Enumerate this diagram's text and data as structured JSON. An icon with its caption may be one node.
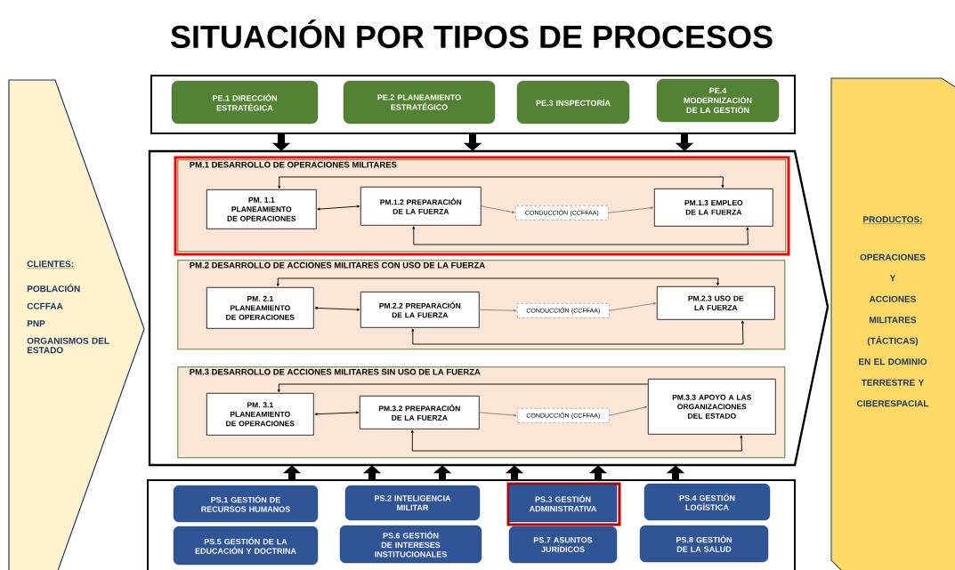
{
  "diagram": {
    "title": "SITUACIÓN POR TIPOS DE PROCESOS",
    "nodes": [
      {
        "text": [
          "CLIENTES:",
          "POBLACIÓN",
          "CCFFAA",
          "PNP",
          "ORGANISMOS DEL ESTADO"
        ]
      },
      {
        "text": [
          "PRODUCTOS:",
          "OPERACIONES",
          "Y",
          "ACCIONES",
          "MILITARES",
          "(TÁCTICAS)",
          "EN EL DOMINIO",
          "TERRESTRE Y",
          "CIBERESPACIAL"
        ]
      },
      {
        "text": [],
        "shape": "box"
      },
      {
        "text": [
          "PE.1 DIRECCIÓN ESTRATÉGICA"
        ],
        "in": 2
      },
      {
        "text": [
          "PE.2 PLANEAMIENTO ESTRATÉGICO"
        ],
        "in": 2
      },
      {
        "text": [
          "PE.3 INSPECTORÍA"
        ],
        "in": 2
      },
      {
        "text": [
          "PE.4 MODERNIZACIÓN DE LA GESTIÓN"
        ],
        "in": 2
      },
      {
        "text": [],
        "shape": "box"
      },
      {
        "text": [
          "PM.1 DESARROLLO DE OPERACIONES MILITARES"
        ],
        "in": 7
      },
      {
        "text": [
          "PM. 1.1 PLANEAMIENTO DE OPERACIONES"
        ],
        "in": 8
      },
      {
        "text": [
          "PM.1.2 PREPARACIÓN DE LA FUERZA"
        ],
        "in": 8
      },
      {
        "text": [
          "CONDUCCIÓN (CCFFAA)"
        ],
        "in": 8
      },
      {
        "text": [
          "PM.1.3 EMPLEO DE LA FUERZA"
        ],
        "in": 8
      },
      {
        "text": [
          "PM.2 DESARROLLO DE ACCIONES MILITARES CON USO DE LA FUERZA"
        ],
        "in": 7
      },
      {
        "text": [
          "PM. 2.1 PLANEAMIENTO DE OPERACIONES"
        ],
        "in": 13
      },
      {
        "text": [
          "PM.2.2 PREPARACIÓN DE LA FUERZA"
        ],
        "in": 13
      },
      {
        "text": [
          "CONDUCCIÓN (CCFFAA)"
        ],
        "in": 13
      },
      {
        "text": [
          "PM.2.3 USO DE LA FUERZA"
        ],
        "in": 13
      },
      {
        "text": [
          "PM.3 DESARROLLO DE ACCIONES MILITARES SIN USO DE LA FUERZA"
        ],
        "in": 7
      },
      {
        "text": [
          "PM. 3.1 PLANEAMIENTO DE OPERACIONES"
        ],
        "in": 18
      },
      {
        "text": [
          "PM.3.2 PREPARACIÓN DE LA FUERZA"
        ],
        "in": 18
      },
      {
        "text": [
          "CONDUCCIÓN (CCFFAA)"
        ],
        "in": 18
      },
      {
        "text": [
          "PM.3.3 APOYO A LAS ORGANIZACIONES DEL ESTADO"
        ],
        "in": 18
      },
      {
        "text": [],
        "shape": "box"
      },
      {
        "text": [
          "PS.1 GESTIÓN DE RECURSOS HUMANOS"
        ],
        "in": 23
      },
      {
        "text": [
          "PS.2 INTELIGENCIA MILITAR"
        ],
        "in": 23
      },
      {
        "text": [
          "PS.3 GESTIÓN ADMINISTRATIVA"
        ],
        "in": 23
      },
      {
        "text": [
          "PS.4 GESTIÓN LOGÍSTICA"
        ],
        "in": 23
      },
      {
        "text": [
          "PS.5 GESTIÓN DE LA EDUCACIÓN Y DOCTRINA"
        ],
        "in": 23
      },
      {
        "text": [
          "PS.6 GESTIÓN DE INTERESES INSTITUCIONALES"
        ],
        "in": 23
      },
      {
        "text": [
          "PS.7 ASUNTOS JURÍDICOS"
        ],
        "in": 23
      },
      {
        "text": [
          "PS.8 GESTIÓN DE LA SALUD"
        ],
        "in": 23
      }
    ],
    "edges": [
      {
        "from": 2,
        "to": 7,
        "arrow": "to",
        "style": "thick"
      },
      {
        "from": 2,
        "to": 7,
        "arrow": "to",
        "style": "thick"
      },
      {
        "from": 2,
        "to": 7,
        "arrow": "to",
        "style": "thick"
      },
      {
        "from": 23,
        "to": 7,
        "arrow": "to",
        "style": "thick"
      },
      {
        "from": 23,
        "to": 7,
        "arrow": "to",
        "style": "thick"
      },
      {
        "from": 23,
        "to": 7,
        "arrow": "to",
        "style": "thick"
      },
      {
        "from": 23,
        "to": 7,
        "arrow": "to",
        "style": "thick"
      },
      {
        "from": 23,
        "to": 7,
        "arrow": "to",
        "style": "thick"
      },
      {
        "from": 23,
        "to": 7,
        "arrow": "to",
        "style": "thick"
      },
      {
        "from": 9,
        "to": 10,
        "arrow": "both"
      },
      {
        "from": 10,
        "to": 11,
        "arrow": "to",
        "color": "#808080"
      },
      {
        "from": 11,
        "to": 12,
        "arrow": "to",
        "color": "#808080"
      },
      {
        "from": 9,
        "to": 12,
        "arrow": "both"
      },
      {
        "from": 10,
        "to": 12,
        "arrow": "both"
      },
      {
        "from": 14,
        "to": 15,
        "arrow": "both"
      },
      {
        "from": 15,
        "to": 16,
        "arrow": "to",
        "color": "#808080"
      },
      {
        "from": 16,
        "to": 17,
        "arrow": "to",
        "color": "#808080"
      },
      {
        "from": 14,
        "to": 17,
        "arrow": "both"
      },
      {
        "from": 15,
        "to": 17,
        "arrow": "both"
      },
      {
        "from": 19,
        "to": 20,
        "arrow": "both"
      },
      {
        "from": 20,
        "to": 21,
        "arrow": "to",
        "color": "#808080"
      },
      {
        "from": 21,
        "to": 22,
        "arrow": "to",
        "color": "#808080"
      },
      {
        "from": 22,
        "to": 19,
        "arrow": "to"
      },
      {
        "from": 20,
        "to": 22,
        "arrow": "both"
      }
    ]
  }
}
